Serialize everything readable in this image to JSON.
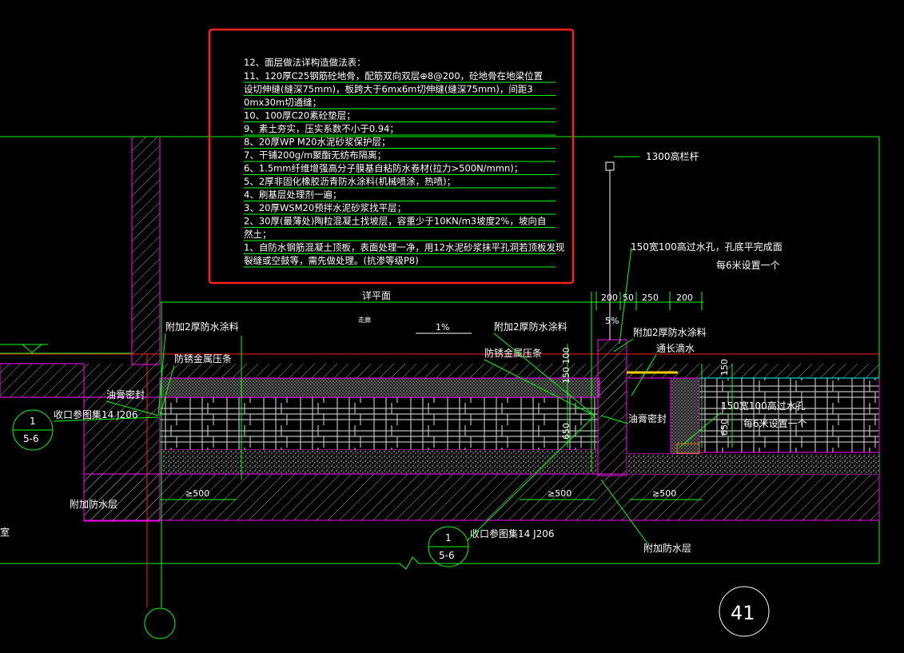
{
  "notes": {
    "title": "12、面层做法详构造做法表：",
    "lines": [
      "11、120厚C25钢筋砼地骨，配筋双向双层⊕8@200，砼地骨在地梁位置",
      "设切伸缝(缝深75mm)，板跨大于6mx6m切伸缝(缝深75mm)，间距3",
      "0mx30m切通缝；",
      "10、100厚C20素砼垫层；",
      "9、素土夯实，压实系数不小于0.94；",
      "8、20厚WP  M20水泥砂浆保护层；",
      "7、干铺200g/m聚酯无纺布隔离；",
      "6、1.5mm纤维增强高分子膜基自粘防水卷材(拉力>500N/mmn)；",
      "5、2厚非固化橡胶沥青防水涂料(机械喷涂，热喷)；",
      "4、刷基层处理剂一遍；",
      "3、20厚WSM20预拌水泥砂浆找平层；",
      "2、30厚(最薄处)陶粒混凝土找坡层，容重少于10KN/m3坡度2%，坡向自",
      "然土；",
      "1、自防水钢筋混凝土顶板，表面处理一净，用12水泥砂浆抹平孔洞若顶板发现",
      "裂缝或空鼓等，需先做处理。(抗渗等级P8)"
    ]
  },
  "labels": {
    "railing": "1300高栏杆",
    "hole_top": "150宽100高过水孔，孔底平完成面",
    "hole_top_spacing": "每6米设置一个",
    "hole_right": "150宽100高过水孔",
    "hole_right_spacing": "每6米设置一个",
    "level": "详平面",
    "level_small": "走廊",
    "slope_left": "1%",
    "slope_right": "5%",
    "extra_coat_left": "附加2厚防水涂料",
    "extra_coat_mid": "附加2厚防水涂料",
    "extra_coat_right": "附加2厚防水涂料",
    "metal_strip_left": "防锈金属压条",
    "metal_strip_mid": "防锈金属压条",
    "drip": "通长滴水",
    "sealant_left": "油膏密封",
    "sealant_right": "油膏密封",
    "detail_ref_left": "收口参图集14 J206",
    "detail_ref_mid": "收口参图集14 J206",
    "extra_layer_left": "附加防水层",
    "extra_layer_right": "附加防水层",
    "room_fragment": "室"
  },
  "dimensions": {
    "top": [
      "200",
      "50",
      "250",
      "200"
    ],
    "v150_100": "150 100",
    "v650_left": "650",
    "v150_right": "150",
    "v650_right": "650",
    "ge500_a": "≥500",
    "ge500_b": "≥500",
    "ge500_c": "≥500"
  },
  "callouts": {
    "left": {
      "num": "1",
      "sheet": "5-6"
    },
    "mid": {
      "num": "1",
      "sheet": "5-6"
    },
    "sheet_no": "41"
  },
  "colors": {
    "background": "#000000",
    "line_green": "#00ff00",
    "line_magenta": "#ff00ff",
    "line_red": "#ff2020",
    "hatch": "#bbbbbb",
    "note_frame": "#ff2020",
    "yellow": "#ffcc00"
  }
}
